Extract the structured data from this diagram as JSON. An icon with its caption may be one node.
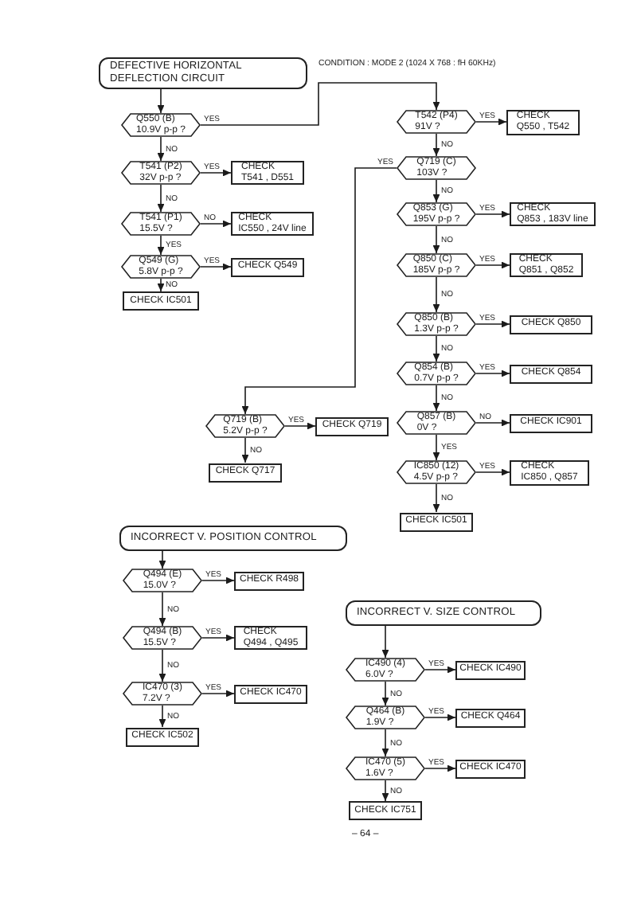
{
  "diagram": {
    "nodes": [
      {
        "text": [
          "DEFECTIVE HORIZONTAL DEFLECTION CIRCUIT"
        ]
      },
      {
        "text": [
          "Q550 (B) 10.9V p-p ?"
        ]
      },
      {
        "text": [
          "T541 (P2) 32V p-p ?"
        ]
      },
      {
        "text": [
          "CHECK T541 , D551"
        ]
      },
      {
        "text": [
          "T541 (P1) 15.5V ?"
        ]
      },
      {
        "text": [
          "CHECK IC550 , 24V line"
        ]
      },
      {
        "text": [
          "Q549 (G) 5.8V p-p ?"
        ]
      },
      {
        "text": [
          "CHECK Q549"
        ]
      },
      {
        "text": [
          "CHECK IC501"
        ]
      },
      {
        "text": [
          "T542 (P4) 91V ?"
        ]
      },
      {
        "text": [
          "CHECK Q550 , T542"
        ]
      },
      {
        "text": [
          "Q719 (C) 103V ?"
        ]
      },
      {
        "text": [
          "Q853 (G) 195V p-p ?"
        ]
      },
      {
        "text": [
          "CHECK Q853 , 183V line"
        ]
      },
      {
        "text": [
          "Q850 (C) 185V p-p ?"
        ]
      },
      {
        "text": [
          "CHECK Q851 , Q852"
        ]
      },
      {
        "text": [
          "Q850 (B) 1.3V p-p ?"
        ]
      },
      {
        "text": [
          "CHECK Q850"
        ]
      },
      {
        "text": [
          "Q854 (B) 0.7V p-p ?"
        ]
      },
      {
        "text": [
          "CHECK Q854"
        ]
      },
      {
        "text": [
          "Q719 (B) 5.2V p-p ?"
        ]
      },
      {
        "text": [
          "CHECK Q719"
        ]
      },
      {
        "text": [
          "Q857 (B) 0V ?"
        ]
      },
      {
        "text": [
          "CHECK IC901"
        ]
      },
      {
        "text": [
          "CHECK Q717"
        ]
      },
      {
        "text": [
          "IC850 (12) 4.5V p-p ?"
        ]
      },
      {
        "text": [
          "CHECK IC850 , Q857"
        ]
      },
      {
        "text": [
          "CHECK IC501"
        ]
      },
      {
        "text": [
          "INCORRECT V. POSITION CONTROL"
        ]
      },
      {
        "text": [
          "Q494 (E) 15.0V ?"
        ]
      },
      {
        "text": [
          "CHECK R498"
        ]
      },
      {
        "text": [
          "Q494 (B) 15.5V ?"
        ]
      },
      {
        "text": [
          "CHECK Q494 , Q495"
        ]
      },
      {
        "text": [
          "IC470 (3) 7.2V ?"
        ]
      },
      {
        "text": [
          "CHECK IC470"
        ]
      },
      {
        "text": [
          "CHECK IC502"
        ]
      },
      {
        "text": [
          "INCORRECT V. SIZE CONTROL"
        ]
      },
      {
        "text": [
          "IC490 (4) 6.0V ?"
        ]
      },
      {
        "text": [
          "CHECK IC490"
        ]
      },
      {
        "text": [
          "Q464 (B) 1.9V ?"
        ]
      },
      {
        "text": [
          "CHECK Q464"
        ]
      },
      {
        "text": [
          "IC470 (5) 1.6V ?"
        ]
      },
      {
        "text": [
          "CHECK IC470"
        ]
      },
      {
        "text": [
          "CHECK IC751"
        ]
      }
    ],
    "edges": [
      {
        "from": 0,
        "to": 1,
        "arrow": "to"
      },
      {
        "from": 1,
        "to": 9,
        "arrow": "to",
        "label": "YES"
      },
      {
        "from": 1,
        "to": 2,
        "arrow": "to",
        "label": "NO"
      },
      {
        "from": 2,
        "to": 3,
        "arrow": "to",
        "label": "YES"
      },
      {
        "from": 2,
        "to": 4,
        "arrow": "to",
        "label": "NO"
      },
      {
        "from": 4,
        "to": 5,
        "arrow": "to",
        "label": "NO"
      },
      {
        "from": 4,
        "to": 6,
        "arrow": "to",
        "label": "YES"
      },
      {
        "from": 6,
        "to": 7,
        "arrow": "to",
        "label": "YES"
      },
      {
        "from": 6,
        "to": 8,
        "arrow": "to",
        "label": "NO"
      },
      {
        "from": 9,
        "to": 10,
        "arrow": "to",
        "label": "YES"
      },
      {
        "from": 9,
        "to": 11,
        "arrow": "to",
        "label": "NO"
      },
      {
        "from": 11,
        "to": 20,
        "arrow": "to",
        "label": "YES"
      },
      {
        "from": 11,
        "to": 12,
        "arrow": "to",
        "label": "NO"
      },
      {
        "from": 12,
        "to": 13,
        "arrow": "to",
        "label": "YES"
      },
      {
        "from": 12,
        "to": 14,
        "arrow": "to",
        "label": "NO"
      },
      {
        "from": 14,
        "to": 15,
        "arrow": "to",
        "label": "YES"
      },
      {
        "from": 14,
        "to": 16,
        "arrow": "to",
        "label": "NO"
      },
      {
        "from": 16,
        "to": 17,
        "arrow": "to",
        "label": "YES"
      },
      {
        "from": 16,
        "to": 18,
        "arrow": "to",
        "label": "NO"
      },
      {
        "from": 18,
        "to": 19,
        "arrow": "to",
        "label": "YES"
      },
      {
        "from": 18,
        "to": 22,
        "arrow": "to",
        "label": "NO"
      },
      {
        "from": 20,
        "to": 21,
        "arrow": "to",
        "label": "YES"
      },
      {
        "from": 20,
        "to": 24,
        "arrow": "to",
        "label": "NO"
      },
      {
        "from": 22,
        "to": 23,
        "arrow": "to",
        "label": "NO"
      },
      {
        "from": 22,
        "to": 25,
        "arrow": "to",
        "label": "YES"
      },
      {
        "from": 25,
        "to": 26,
        "arrow": "to",
        "label": "YES"
      },
      {
        "from": 25,
        "to": 27,
        "arrow": "to",
        "label": "NO"
      },
      {
        "from": 28,
        "to": 29,
        "arrow": "to"
      },
      {
        "from": 29,
        "to": 30,
        "arrow": "to",
        "label": "YES"
      },
      {
        "from": 29,
        "to": 31,
        "arrow": "to",
        "label": "NO"
      },
      {
        "from": 31,
        "to": 32,
        "arrow": "to",
        "label": "YES"
      },
      {
        "from": 31,
        "to": 33,
        "arrow": "to",
        "label": "NO"
      },
      {
        "from": 33,
        "to": 34,
        "arrow": "to",
        "label": "YES"
      },
      {
        "from": 33,
        "to": 35,
        "arrow": "to",
        "label": "NO"
      },
      {
        "from": 36,
        "to": 37,
        "arrow": "to"
      },
      {
        "from": 37,
        "to": 38,
        "arrow": "to",
        "label": "YES"
      },
      {
        "from": 37,
        "to": 39,
        "arrow": "to",
        "label": "NO"
      },
      {
        "from": 39,
        "to": 40,
        "arrow": "to",
        "label": "YES"
      },
      {
        "from": 39,
        "to": 41,
        "arrow": "to",
        "label": "NO"
      },
      {
        "from": 41,
        "to": 42,
        "arrow": "to",
        "label": "YES"
      },
      {
        "from": 41,
        "to": 43,
        "arrow": "to",
        "label": "NO"
      }
    ],
    "labels": [
      "CONDITION : MODE 2 (1024 X 768 : fH 60KHz)",
      "– 64 –"
    ]
  }
}
